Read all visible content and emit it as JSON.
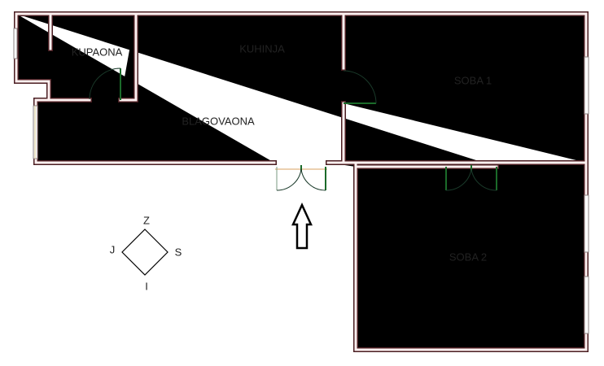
{
  "rooms": {
    "kupaona": "KUPAONA",
    "kuhinja": "KUHINJA",
    "blagovaona": "BLAGOVAONA",
    "soba1": "SOBA 1",
    "soba2": "SOBA 2"
  },
  "compass": {
    "north": "Z",
    "west": "J",
    "east": "S",
    "south": "I"
  },
  "colors": {
    "wall": "#4a1e22",
    "door": "#1b6b2a"
  }
}
